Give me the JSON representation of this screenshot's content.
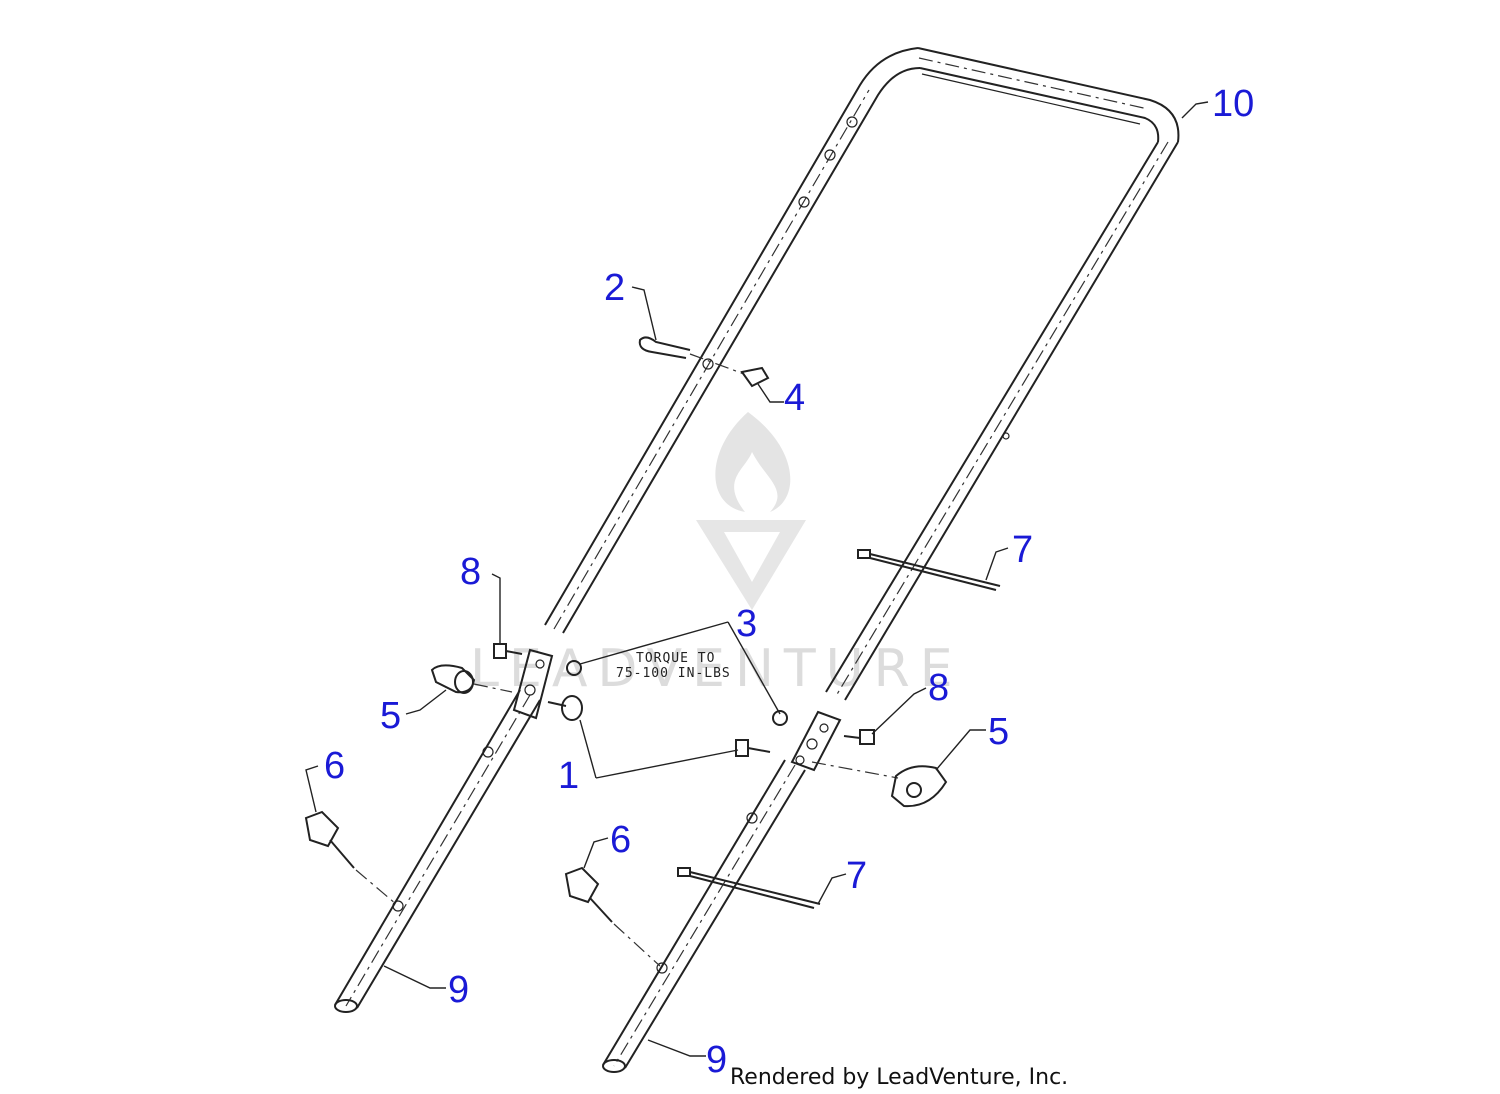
{
  "callouts": {
    "c1": "1",
    "c2": "2",
    "c3": "3",
    "c4": "4",
    "c5a": "5",
    "c5b": "5",
    "c6a": "6",
    "c6b": "6",
    "c7a": "7",
    "c7b": "7",
    "c8a": "8",
    "c8b": "8",
    "c9a": "9",
    "c9b": "9",
    "c10": "10"
  },
  "note": {
    "line1": "TORQUE TO",
    "line2": "75-100 IN-LBS"
  },
  "watermark": {
    "text": "LEADVENTURE"
  },
  "credit": "Rendered by LeadVenture, Inc.",
  "colors": {
    "callout": "#1a1ad6",
    "line": "#222222",
    "watermark": "#dcdcdc"
  }
}
